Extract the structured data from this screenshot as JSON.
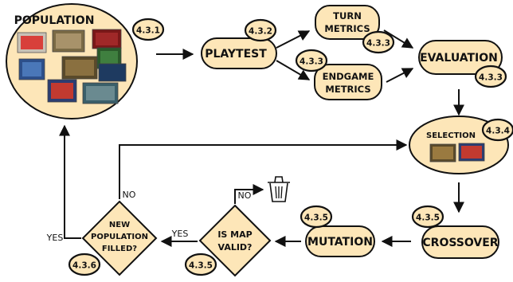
{
  "nodes": {
    "population": {
      "label": "POPULATION",
      "badge": "4.3.1"
    },
    "playtest": {
      "label": "PLAYTEST",
      "badge": "4.3.2"
    },
    "turn_metrics": {
      "label_line1": "TURN",
      "label_line2": "METRICS",
      "badge": "4.3.3"
    },
    "endgame_metrics": {
      "label_line1": "ENDGAME",
      "label_line2": "METRICS",
      "badge": "4.3.3"
    },
    "evaluation": {
      "label": "EVALUATION",
      "badge": "4.3.3"
    },
    "selection": {
      "label": "SELECTION",
      "badge": "4.3.4"
    },
    "crossover": {
      "label": "CROSSOVER",
      "badge": "4.3.5"
    },
    "mutation": {
      "label": "MUTATION",
      "badge": "4.3.5"
    },
    "is_map_valid": {
      "label_line1": "IS MAP",
      "label_line2": "VALID?",
      "badge": "4.3.5"
    },
    "population_filled": {
      "label_line1": "NEW",
      "label_line2": "POPULATION",
      "label_line3": "FILLED?",
      "badge": "4.3.6"
    }
  },
  "edge_labels": {
    "valid_yes": "YES",
    "valid_no": "NO",
    "filled_yes": "YES",
    "filled_no": "NO"
  },
  "icons": {
    "game_boxes": "board-game-box-icon",
    "discard": "trash-can-icon"
  }
}
